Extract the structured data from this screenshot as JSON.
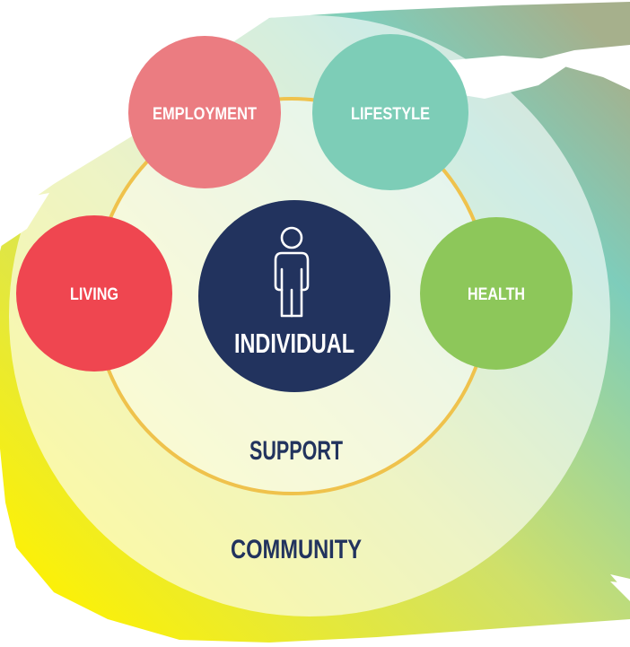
{
  "diagram": {
    "center": {
      "label": "INDIVIDUAL",
      "icon": "person-icon",
      "color": "#22335e"
    },
    "inner_ring_label": "SUPPORT",
    "outer_ring_label": "COMMUNITY",
    "ring_color": "#efc24c",
    "label_color": "#22335e",
    "nodes": [
      {
        "label": "EMPLOYMENT",
        "color": "#eb7c81"
      },
      {
        "label": "LIFESTYLE",
        "color": "#7dcdb7"
      },
      {
        "label": "LIVING",
        "color": "#ef4650"
      },
      {
        "label": "HEALTH",
        "color": "#8dc75a"
      }
    ],
    "background_gradient": [
      "#fff200",
      "#cfe06a",
      "#7ecdbb",
      "#a6b08c"
    ]
  }
}
